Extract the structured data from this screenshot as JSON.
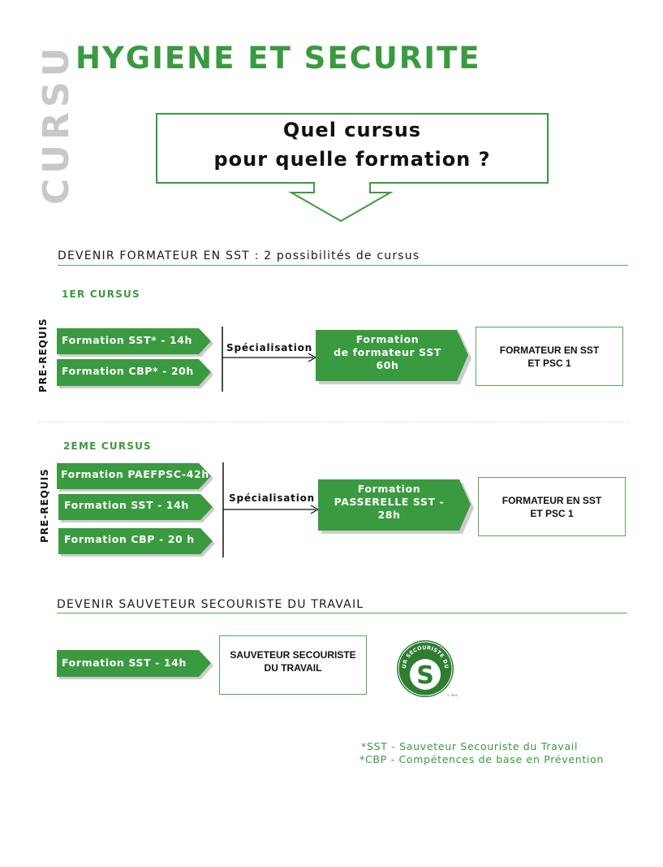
{
  "side_label": "CURSUS",
  "title": "HYGIENE ET SECURITE",
  "callout": {
    "line1": "Quel cursus",
    "line2": "pour quelle formation ?"
  },
  "colors": {
    "green": "#3a9a3f",
    "green_dark": "#2e7d32",
    "grey": "#c8c8c8"
  },
  "section1": {
    "title": "DEVENIR FORMATEUR EN SST : 2 possibilités de cursus",
    "cursus1": {
      "label": "1ER CURSUS",
      "prereq_label": "PRE-REQUIS",
      "prereqs": [
        "Formation SST* - 14h",
        "Formation CBP* - 20h"
      ],
      "specialisation": "Spécialisation",
      "formation": {
        "line1": "Formation",
        "line2": "de formateur SST",
        "line3": "60h"
      },
      "result": {
        "line1": "FORMATEUR EN SST",
        "line2": "ET PSC 1"
      }
    },
    "cursus2": {
      "label": "2EME CURSUS",
      "prereq_label": "PRE-REQUIS",
      "prereqs": [
        "Formation PAEFPSC-42h",
        "Formation SST - 14h",
        "Formation CBP - 20 h"
      ],
      "specialisation": "Spécialisation",
      "formation": {
        "line1": "Formation",
        "line2": "PASSERELLE SST -",
        "line3": "28h"
      },
      "result": {
        "line1": "FORMATEUR EN SST",
        "line2": "ET PSC 1"
      }
    }
  },
  "section2": {
    "title": "DEVENIR SAUVETEUR SECOURISTE DU TRAVAIL",
    "prereq": "Formation SST - 14h",
    "result": {
      "line1": "SAUVETEUR SECOURISTE",
      "line2": "DU TRAVAIL"
    },
    "logo": {
      "ring_text": "SAUVETEUR SECOURISTE DU TRAVAIL",
      "letter": "S",
      "mark": "© INRS"
    }
  },
  "footnotes": [
    "*SST - Sauveteur Secouriste du Travail",
    "*CBP - Compétences de base en Prévention"
  ]
}
